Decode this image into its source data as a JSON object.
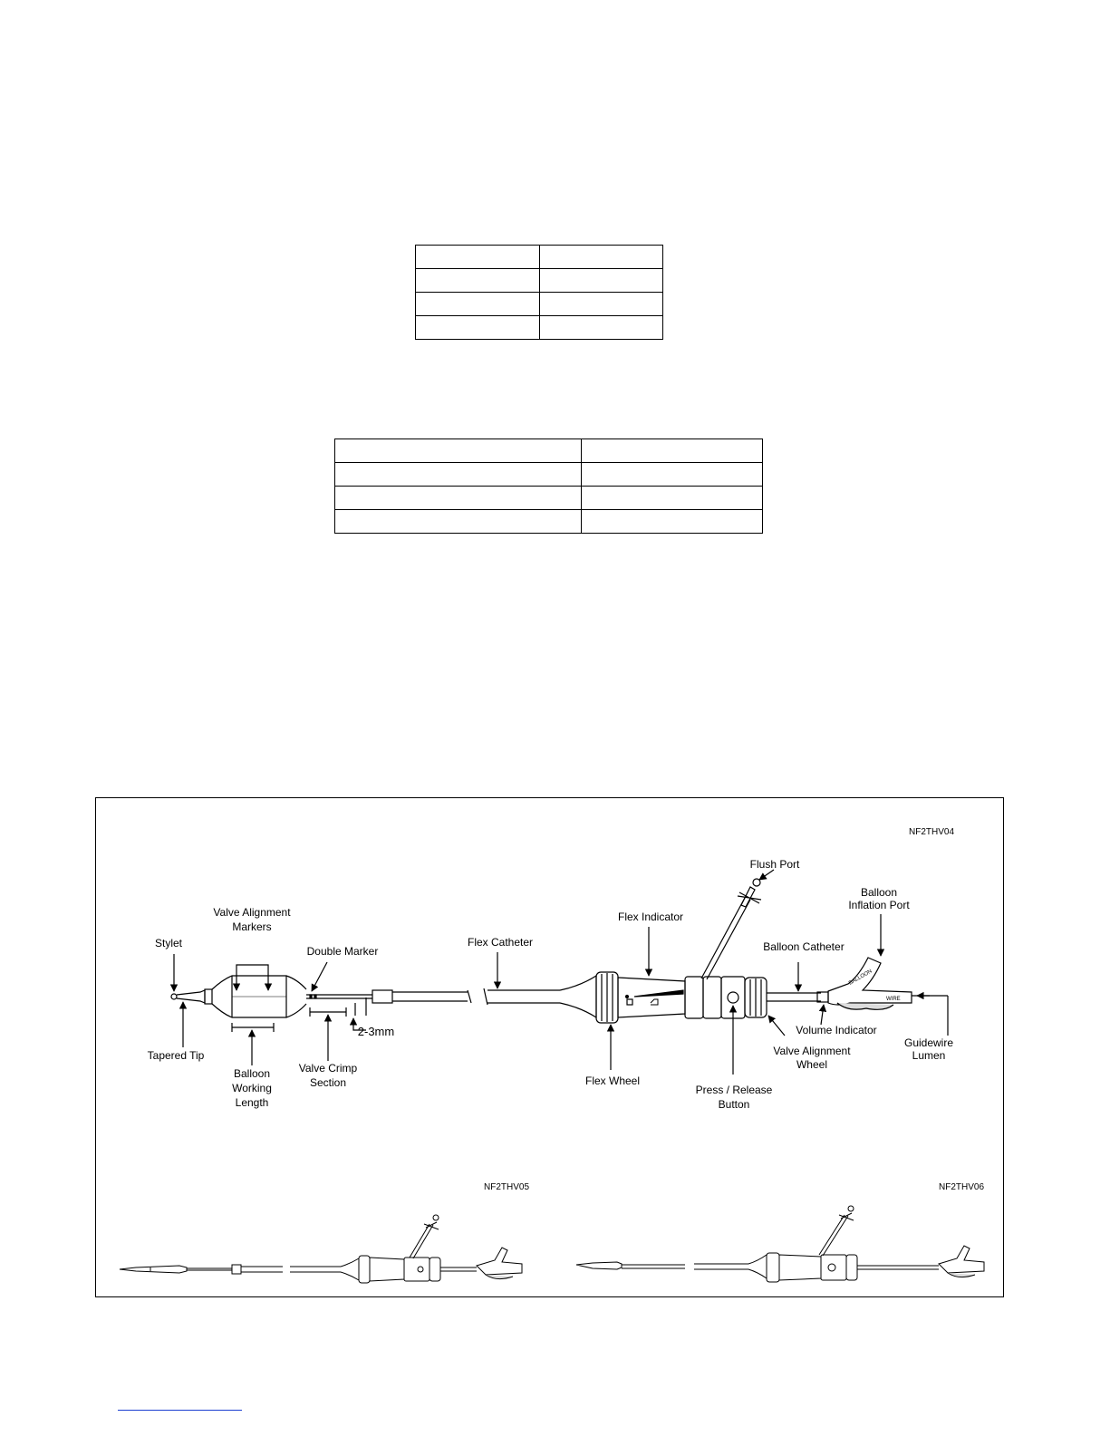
{
  "figure": {
    "codes": [
      "NF2THV04",
      "NF2THV05",
      "NF2THV06"
    ],
    "labels": {
      "stylet": "Stylet",
      "valve_alignment_markers": [
        "Valve Alignment",
        "Markers"
      ],
      "double_marker": "Double Marker",
      "tapered_tip": "Tapered Tip",
      "balloon_working_length": [
        "Balloon",
        "Working",
        "Length"
      ],
      "valve_crimp_section": [
        "Valve Crimp",
        "Section"
      ],
      "gap": "2-3mm",
      "flex_catheter": "Flex Catheter",
      "flex_indicator": "Flex Indicator",
      "flush_port": "Flush Port",
      "balloon_inflation_port": [
        "Balloon",
        "Inflation Port"
      ],
      "balloon_catheter": "Balloon Catheter",
      "volume_indicator": "Volume Indicator",
      "valve_alignment_wheel": [
        "Valve Alignment",
        "Wheel"
      ],
      "guidewire_lumen": [
        "Guidewire",
        "Lumen"
      ],
      "flex_wheel": "Flex Wheel",
      "press_release_button": [
        "Press / Release",
        "Button"
      ]
    },
    "handle_text": {
      "balloon": "BALLOON",
      "wire": "WIRE"
    }
  }
}
